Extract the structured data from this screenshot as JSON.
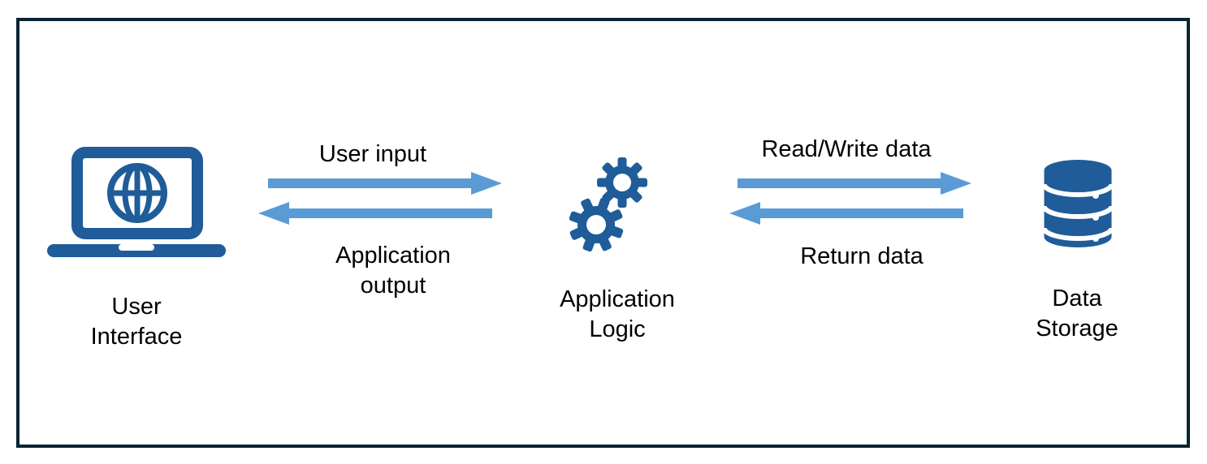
{
  "colors": {
    "icon_blue": "#1F5C99",
    "arrow_blue": "#5B9BD5",
    "border_navy": "#092433",
    "text": "#000000",
    "background": "#FFFFFF"
  },
  "nodes": {
    "user_interface": {
      "label": "User\nInterface",
      "icon": "laptop-globe-icon"
    },
    "application_logic": {
      "label": "Application\nLogic",
      "icon": "gears-icon"
    },
    "data_storage": {
      "label": "Data\nStorage",
      "icon": "database-icon"
    }
  },
  "flows": {
    "user_input": {
      "from": "user_interface",
      "to": "application_logic",
      "direction": "right",
      "label": "User input"
    },
    "application_output": {
      "from": "application_logic",
      "to": "user_interface",
      "direction": "left",
      "label": "Application\noutput"
    },
    "read_write": {
      "from": "application_logic",
      "to": "data_storage",
      "direction": "right",
      "label": "Read/Write data"
    },
    "return_data": {
      "from": "data_storage",
      "to": "application_logic",
      "direction": "left",
      "label": "Return data"
    }
  }
}
